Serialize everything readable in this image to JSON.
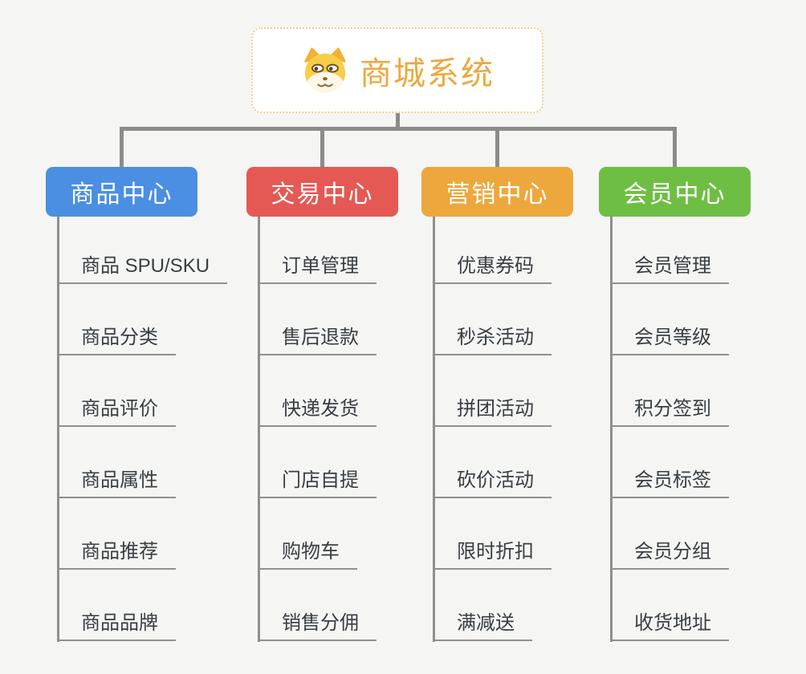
{
  "root": {
    "title": "商城系统",
    "icon": "doge-icon"
  },
  "branches": [
    {
      "label": "商品中心",
      "color": "#4a8fe2",
      "children": [
        "商品 SPU/SKU",
        "商品分类",
        "商品评价",
        "商品属性",
        "商品推荐",
        "商品品牌"
      ]
    },
    {
      "label": "交易中心",
      "color": "#e45954",
      "children": [
        "订单管理",
        "售后退款",
        "快递发货",
        "门店自提",
        "购物车",
        "销售分佣"
      ]
    },
    {
      "label": "营销中心",
      "color": "#eca83d",
      "children": [
        "优惠券码",
        "秒杀活动",
        "拼团活动",
        "砍价活动",
        "限时折扣",
        "满减送"
      ]
    },
    {
      "label": "会员中心",
      "color": "#6fbe44",
      "children": [
        "会员管理",
        "会员等级",
        "积分签到",
        "会员标签",
        "会员分组",
        "收货地址"
      ]
    }
  ],
  "colors": {
    "background": "#f5f5f3",
    "root_title": "#eda83f",
    "root_border": "#f0cd90",
    "connector": "#8b8b8b",
    "child_underline": "#909090",
    "child_text": "#383e42",
    "branch_text": "#ffffff"
  }
}
